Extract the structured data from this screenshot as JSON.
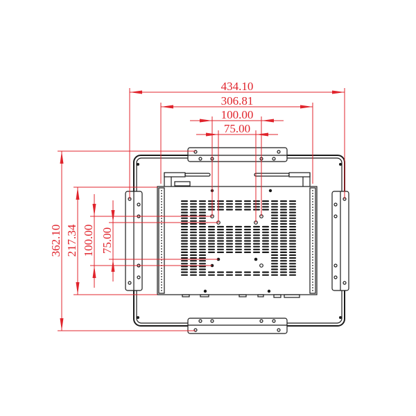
{
  "drawing": {
    "title": "Open frame monitor rear view with VESA mounting dimensions",
    "units": "mm",
    "colors": {
      "dimension": "#e0242c",
      "outline": "#1a1a1a",
      "background": "#ffffff"
    }
  },
  "dimensions": {
    "horizontal": [
      {
        "id": "overall_width",
        "label": "434.10"
      },
      {
        "id": "chassis_width",
        "label": "306.81"
      },
      {
        "id": "vesa_100_h",
        "label": "100.00"
      },
      {
        "id": "vesa_75_h",
        "label": "75.00"
      }
    ],
    "vertical": [
      {
        "id": "overall_height",
        "label": "362.10"
      },
      {
        "id": "chassis_height",
        "label": "217.34"
      },
      {
        "id": "vesa_100_v",
        "label": "100.00"
      },
      {
        "id": "vesa_75_v",
        "label": "75.00"
      }
    ]
  },
  "components": {
    "frame": "outer-mounting-frame",
    "chassis": "rear-chassis-with-vents",
    "brackets": [
      "top-bracket",
      "bottom-bracket",
      "left-bracket",
      "right-bracket"
    ],
    "antennas": [
      "left-antenna",
      "right-antenna"
    ],
    "vesa_patterns": [
      "VESA 100x100",
      "VESA 75x75"
    ]
  }
}
